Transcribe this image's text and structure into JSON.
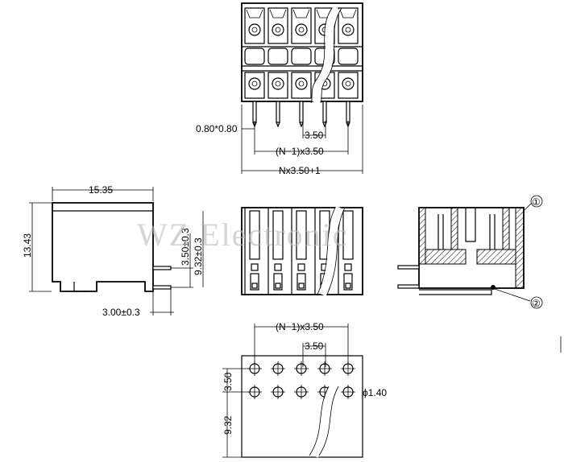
{
  "labels": {
    "pin_size": "0.80*0.80",
    "pitch_top": "3.50",
    "span_top": "(N−1)x3.50",
    "width_total": "Nx3.50+1",
    "depth": "15.35",
    "height": "13.43",
    "pin_offset": "3.50±0.3",
    "pin_height": "9.32±0.3",
    "pin_bottom": "3.00±0.3",
    "callout_1": "①",
    "callout_2": "②",
    "span_bottom": "(N−1)x3.50",
    "pitch_bottom": "3.50",
    "row_spacing": "3.50",
    "hole_dia": "ϕ1.40",
    "row_offset": "9.32"
  },
  "watermark": "WZ Electronic",
  "colors": {
    "line": "#000000",
    "background": "#ffffff",
    "watermark": "#b8b8b8"
  }
}
